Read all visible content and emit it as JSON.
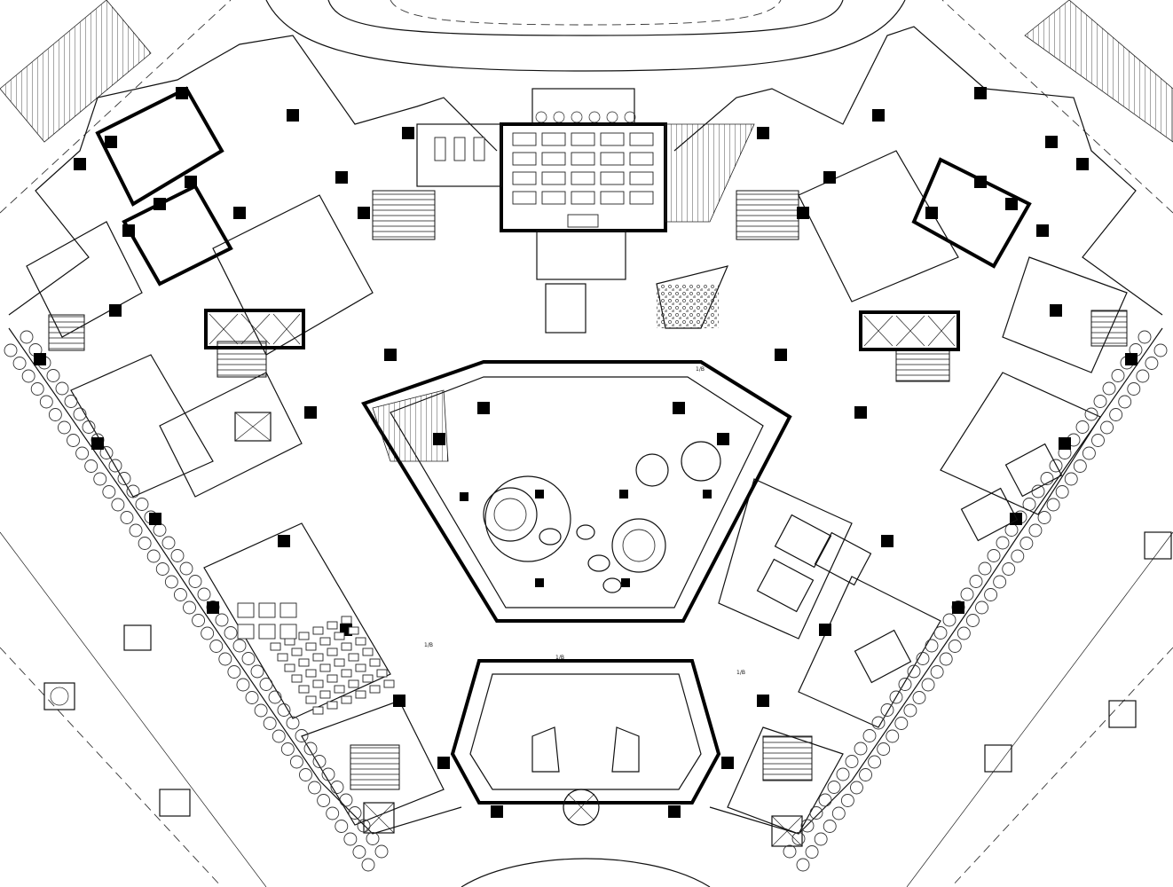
{
  "drawing": {
    "kind": "architectural floor plan",
    "palette": {
      "ink": "#000000",
      "paper": "#ffffff"
    }
  },
  "labels": [
    {
      "id": "lbl-left-lower",
      "text": "1/B"
    },
    {
      "id": "lbl-right-upper",
      "text": "1/B"
    },
    {
      "id": "lbl-center-left",
      "text": "1/B"
    },
    {
      "id": "lbl-center-right",
      "text": "1/B"
    }
  ]
}
